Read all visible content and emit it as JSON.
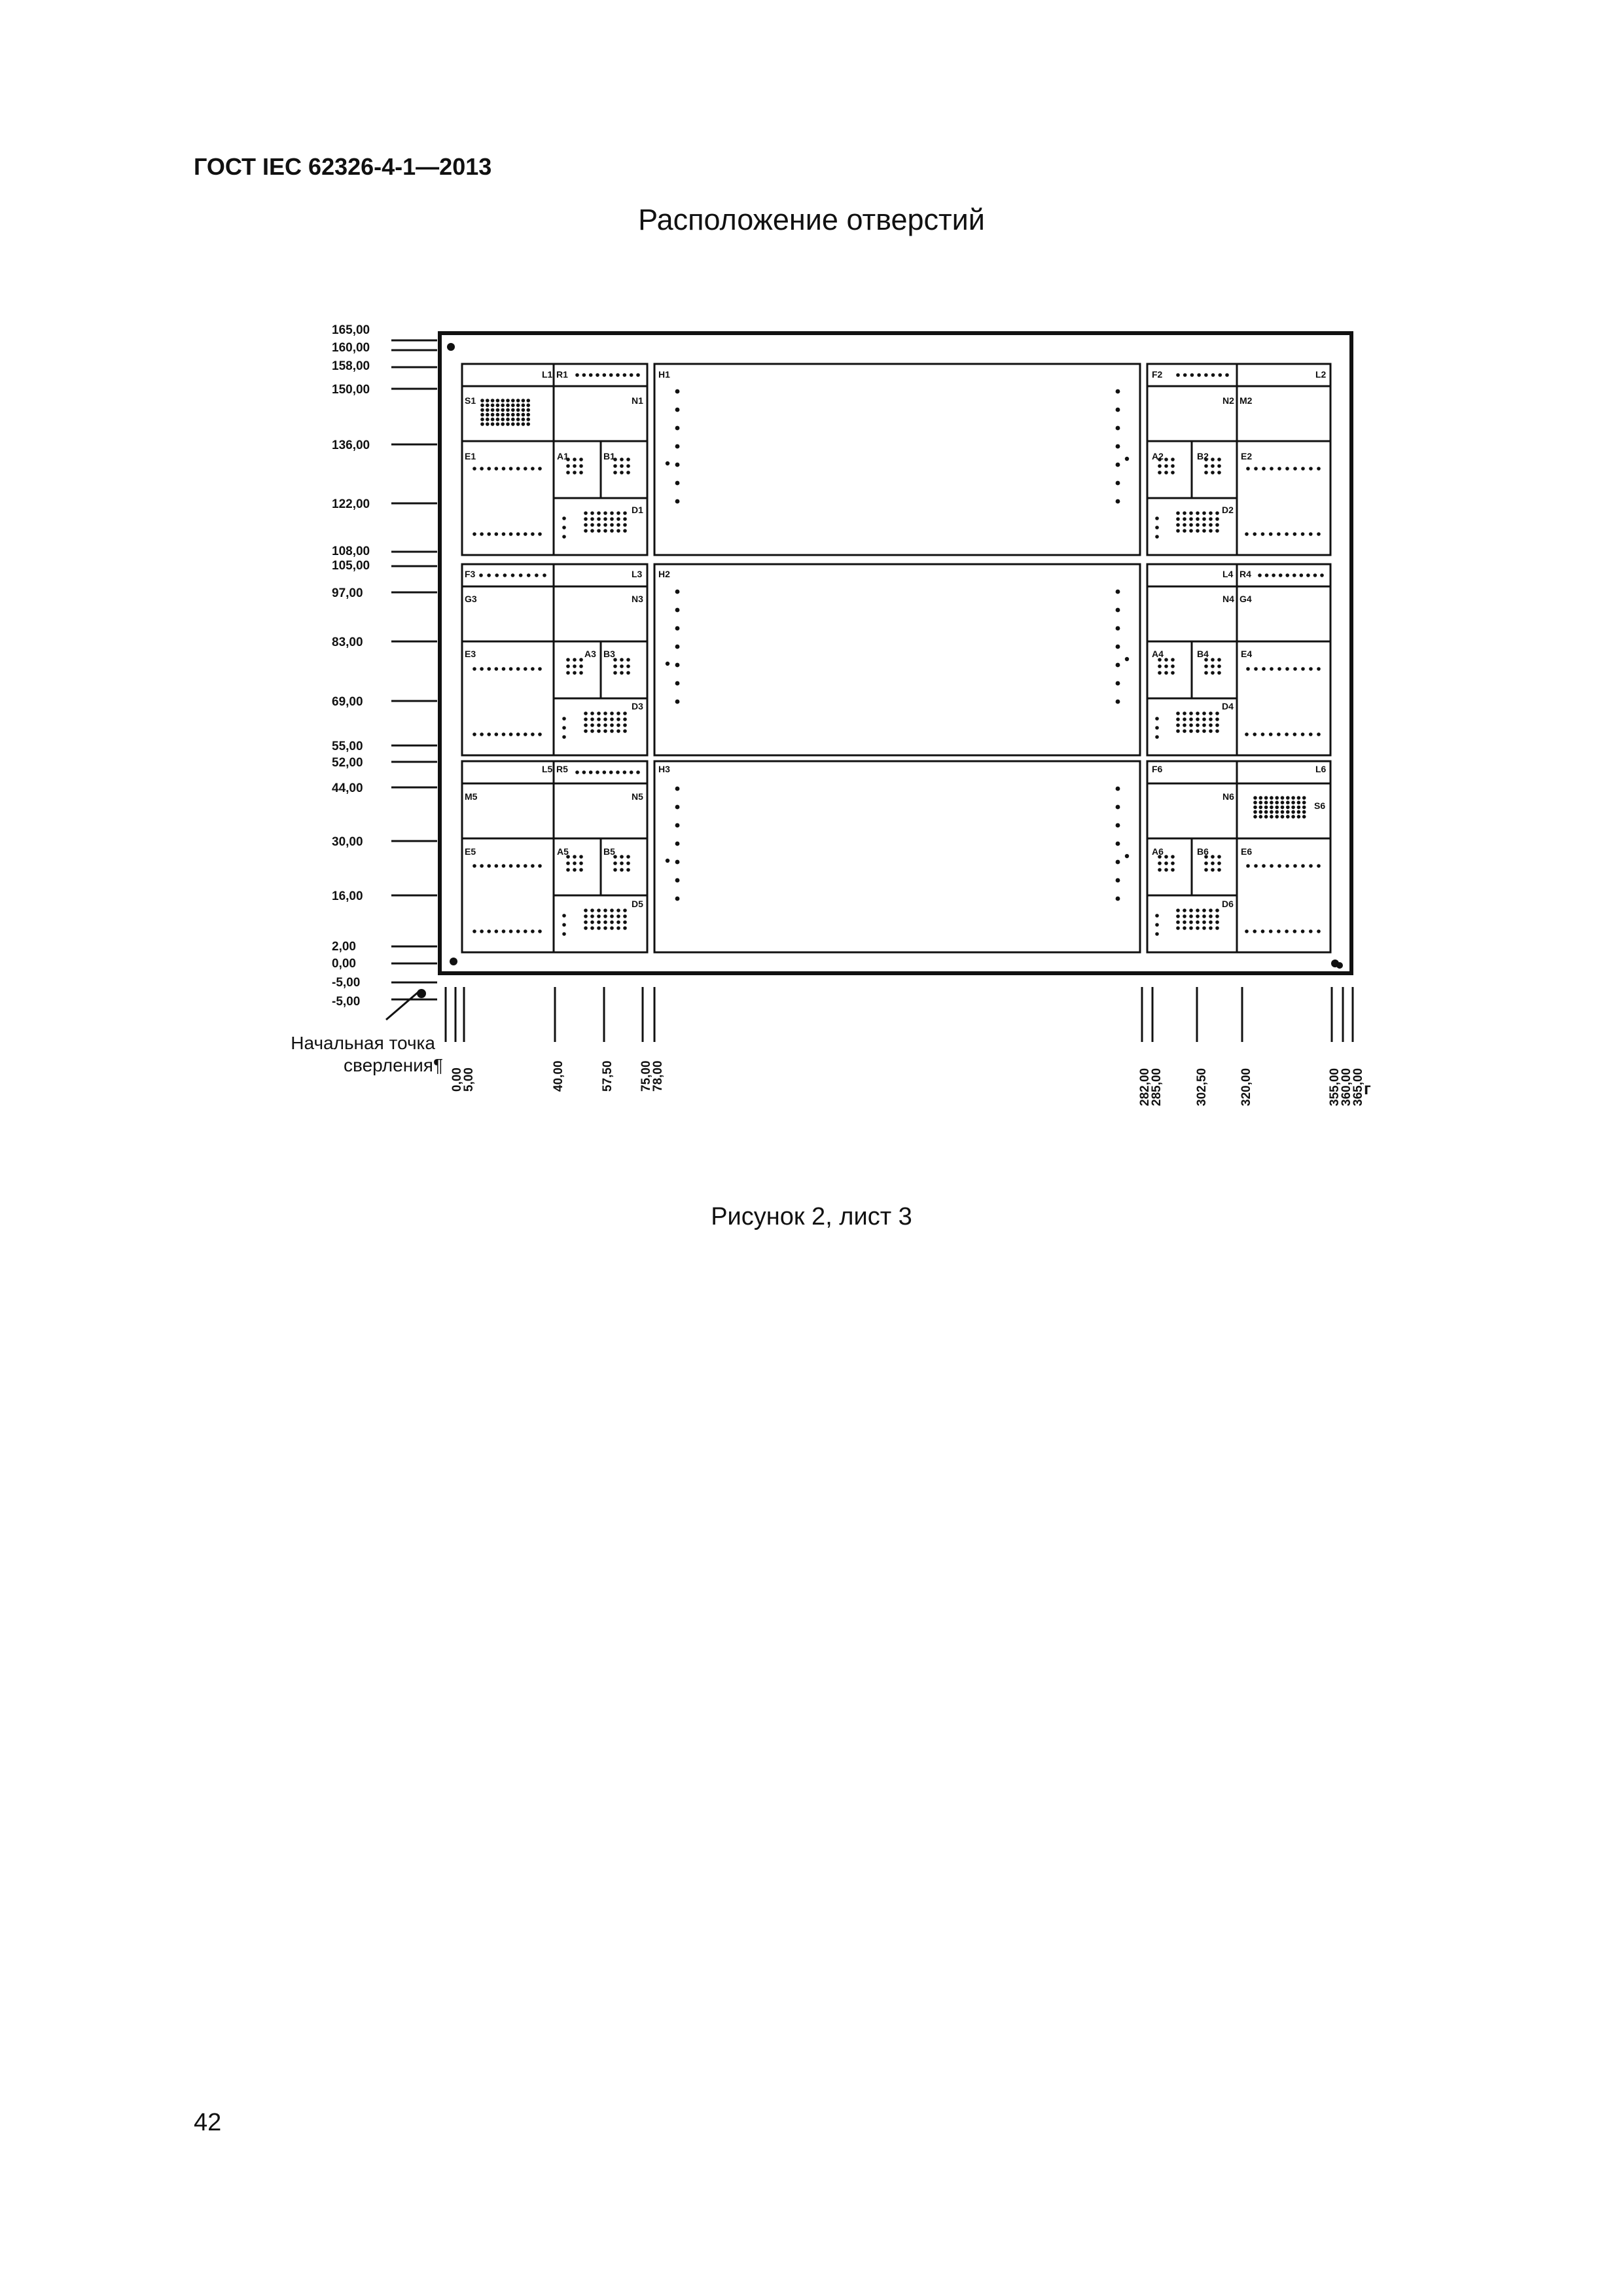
{
  "document": {
    "header": "ГОСТ IEC 62326-4-1—2013",
    "figure_title": "Расположение отверстий",
    "caption": "Рисунок 2, лист 3",
    "page_number": "42"
  },
  "diagram": {
    "y_axis_labels": [
      "165,00",
      "160,00",
      "158,00",
      "150,00",
      "136,00",
      "122,00",
      "108,00",
      "105,00",
      "97,00",
      "83,00",
      "69,00",
      "55,00",
      "52,00",
      "44,00",
      "30,00",
      "16,00",
      "2,00",
      "0,00",
      "-5,00",
      "-5,00"
    ],
    "x_axis_labels": [
      "0,00",
      "5,00",
      "40,00",
      "57,50",
      "75,00",
      "78,00",
      "282,00",
      "285,00",
      "302,50",
      "320,00",
      "355,00",
      "360,00",
      "365,00"
    ],
    "origin_label_line1": "Начальная точка",
    "origin_label_line2": "сверления¶",
    "corner_mark": "г",
    "block_labels": {
      "row1": [
        "L1",
        "R1",
        "S1",
        "N1",
        "E1",
        "A1",
        "B1",
        "D1",
        "H1",
        "F2",
        "L2",
        "N2",
        "M2",
        "A2",
        "B2",
        "E2",
        "D2"
      ],
      "row2": [
        "F3",
        "L3",
        "G3",
        "N3",
        "E3",
        "A3",
        "B3",
        "D3",
        "H2",
        "L4",
        "R4",
        "N4",
        "G4",
        "A4",
        "B4",
        "E4",
        "D4"
      ],
      "row3": [
        "L5",
        "R5",
        "M5",
        "N5",
        "E5",
        "A5",
        "B5",
        "D5",
        "H3",
        "F6",
        "L6",
        "N6",
        "S6",
        "A6",
        "B6",
        "E6",
        "D6"
      ]
    }
  }
}
